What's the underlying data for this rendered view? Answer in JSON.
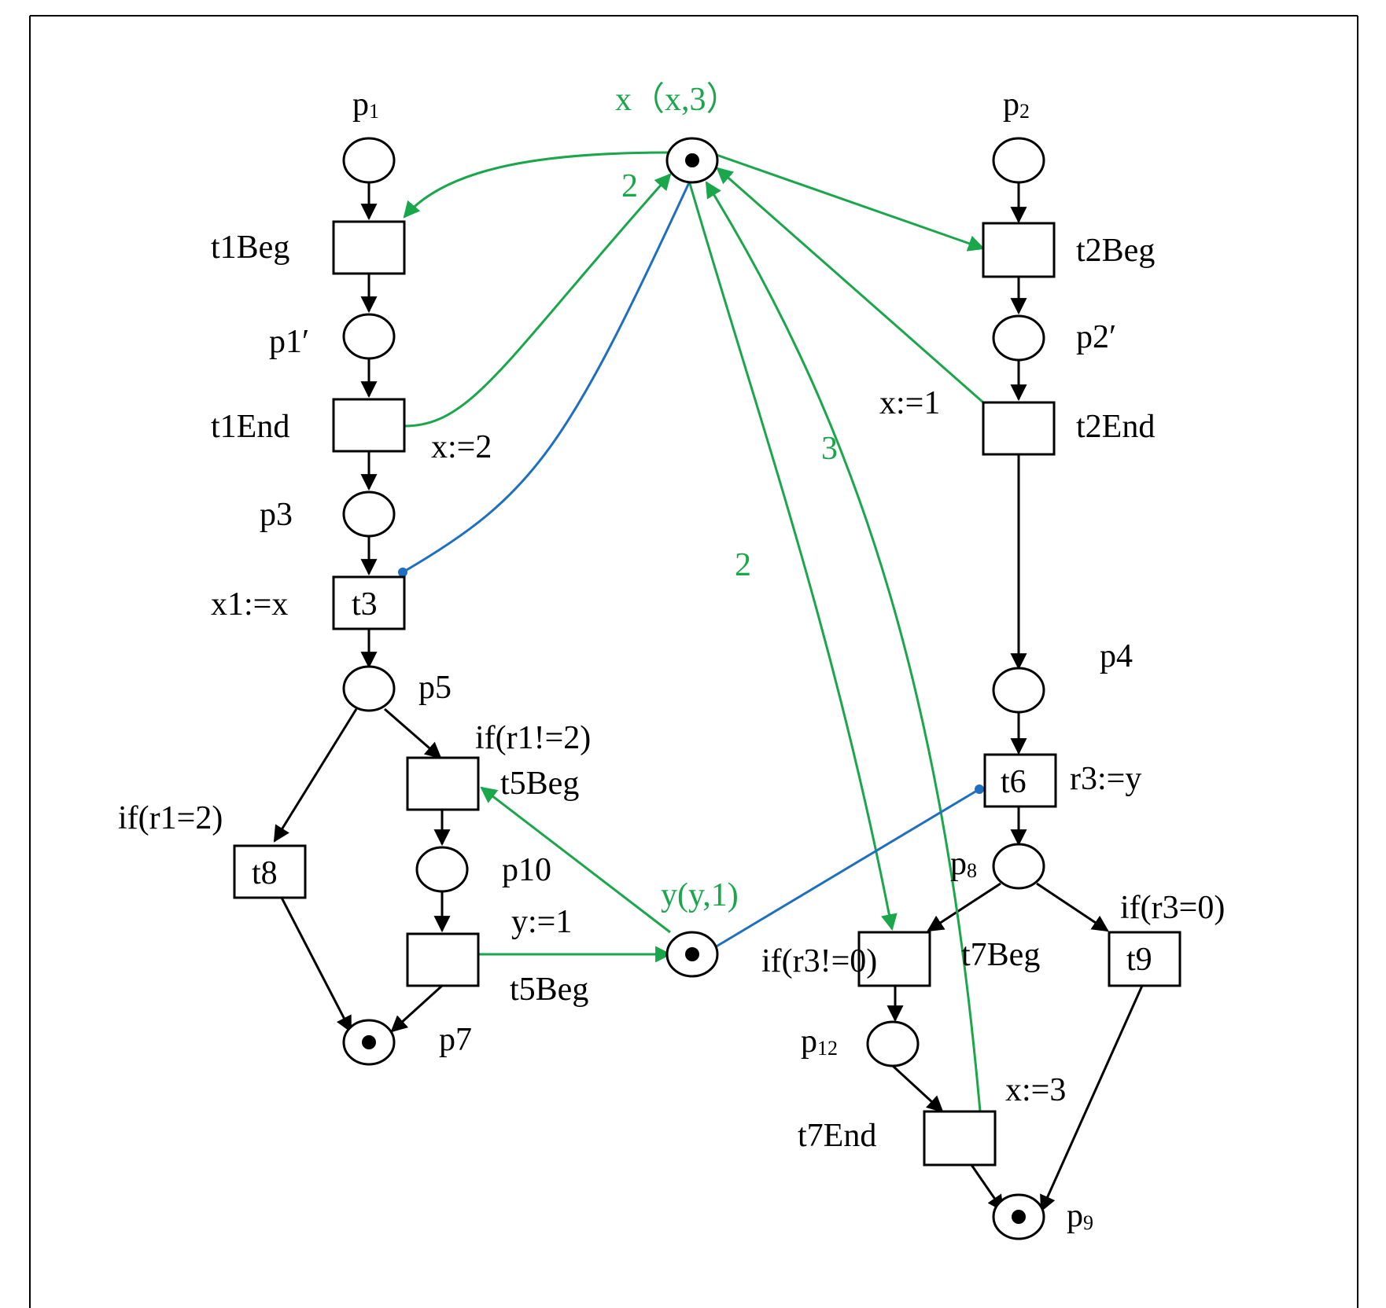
{
  "colors": {
    "black": "#000000",
    "green": "#1aa64a",
    "blue": "#1f6fc1"
  },
  "labels": {
    "p1": "p",
    "p1_sub": "1",
    "p2": "p",
    "p2_sub": "2",
    "x_place": "x（x,3）",
    "t1Beg": "t1Beg",
    "t2Beg": "t2Beg",
    "p1prime": "p1′",
    "p2prime": "p2′",
    "t1End": "t1End",
    "t2End": "t2End",
    "x_assign_2": "x:=2",
    "x_assign_1": "x:=1",
    "p3": "p3",
    "x1_assign": "x1:=x",
    "t3": "t3",
    "p4": "p4",
    "p5": "p5",
    "if_r1_ne_2": "if(r1!=2)",
    "t5Beg_top": "t5Beg",
    "if_r1_eq_2": "if(r1=2)",
    "t8": "t8",
    "p10": "p10",
    "y_assign_1": "y:=1",
    "t5Beg_bottom": "t5Beg",
    "y_place": "y(y,1)",
    "t6": "t6",
    "r3_assign": "r3:=y",
    "p8": "p",
    "p8_sub": "8",
    "if_r3_eq_0": "if(r3=0)",
    "if_r3_ne_0": "if(r3!=0)",
    "t7Beg": "t7Beg",
    "t9": "t9",
    "p7": "p7",
    "p12": "p",
    "p12_sub": "12",
    "x_assign_3": "x:=3",
    "t7End": "t7End",
    "p9": "p",
    "p9_sub": "9",
    "weight_2_top": "2",
    "weight_3": "3",
    "weight_2_mid": "2"
  }
}
